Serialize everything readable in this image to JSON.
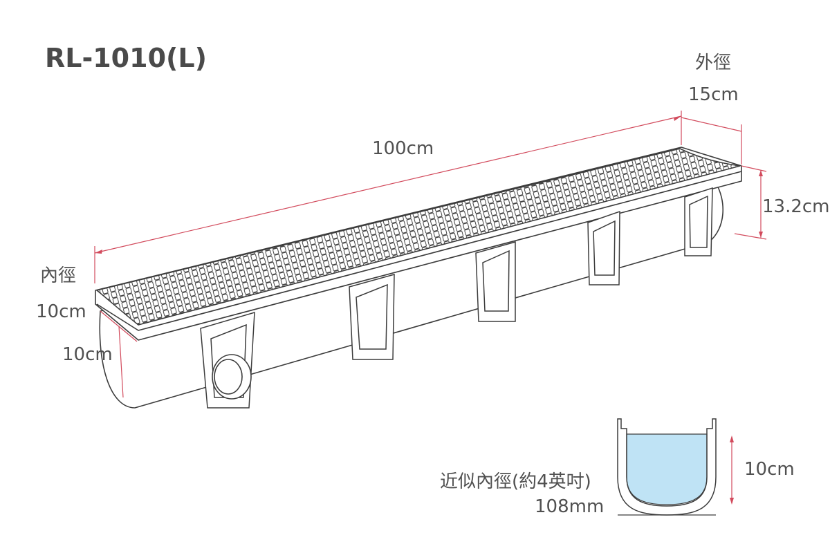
{
  "title": "RL-1010(L)",
  "dimensions": {
    "outer_label": "外徑",
    "outer_width": "15cm",
    "length": "100cm",
    "height": "13.2cm",
    "inner_label": "內徑",
    "inner_width": "10cm",
    "inner_depth": "10cm"
  },
  "cross_section": {
    "description": "近似內徑(約4英吋)",
    "diameter": "108mm",
    "depth": "10cm"
  },
  "colors": {
    "dimension_line": "#d24a5c",
    "outline": "#3c3c3c",
    "water": "#bfe3f5"
  }
}
